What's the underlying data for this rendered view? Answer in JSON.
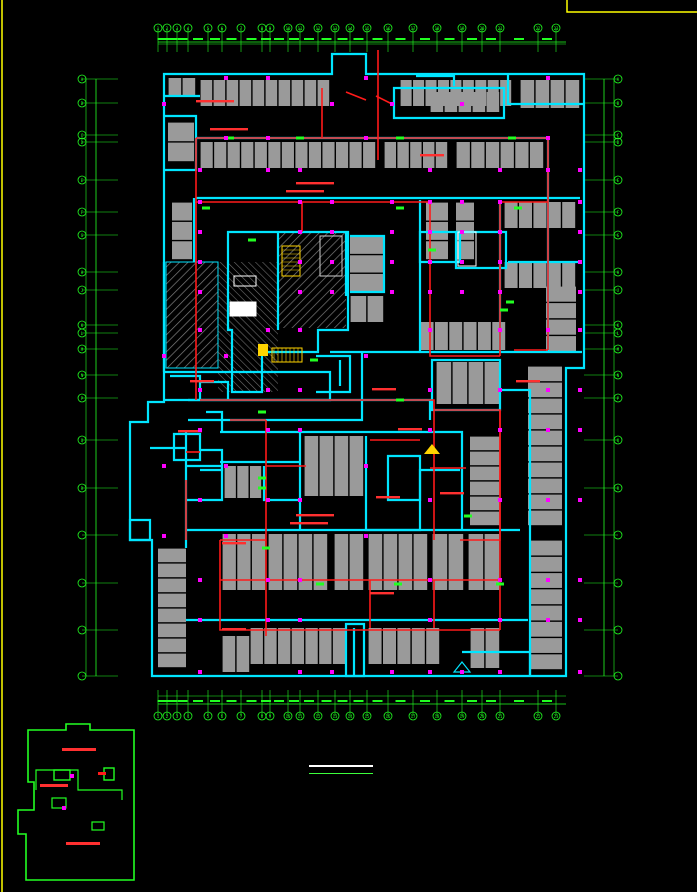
{
  "colors": {
    "background": "#000000",
    "frame": "#ffff00",
    "walls": "#00e5ff",
    "grid": "#22ff22",
    "pipe": "#ff1a1a",
    "parking": "#9a9a9a",
    "hatch": "#8c8c8c",
    "marker": "#ff00ff",
    "stair": "#ffd400",
    "label": "#ff3030",
    "title": "#ffffff"
  },
  "icons": {
    "column": "square-marker",
    "axis": "circle-bubble",
    "valve": "triangle-marker"
  },
  "plan": {
    "top_axes": [
      "1",
      "2",
      "3",
      "4",
      "5",
      "6",
      "7",
      "8",
      "9",
      "10",
      "11",
      "12",
      "13",
      "14",
      "15",
      "16",
      "17",
      "18",
      "19",
      "20",
      "21",
      "22",
      "23"
    ],
    "bottom_axes": [
      "1",
      "2",
      "3",
      "4",
      "5",
      "6",
      "7",
      "8",
      "9",
      "10",
      "11",
      "12",
      "13",
      "14",
      "15",
      "16",
      "17",
      "18",
      "19",
      "20",
      "21",
      "22",
      "23"
    ],
    "left_axes": [
      "A",
      "B",
      "C",
      "D",
      "E",
      "F",
      "G",
      "H",
      "J",
      "K",
      "L",
      "M",
      "N",
      "P",
      "Q",
      "R"
    ],
    "right_axes": [
      "A",
      "B",
      "C",
      "D",
      "E",
      "F",
      "G",
      "H",
      "J",
      "K",
      "L",
      "M",
      "N",
      "P",
      "Q",
      "R"
    ]
  }
}
